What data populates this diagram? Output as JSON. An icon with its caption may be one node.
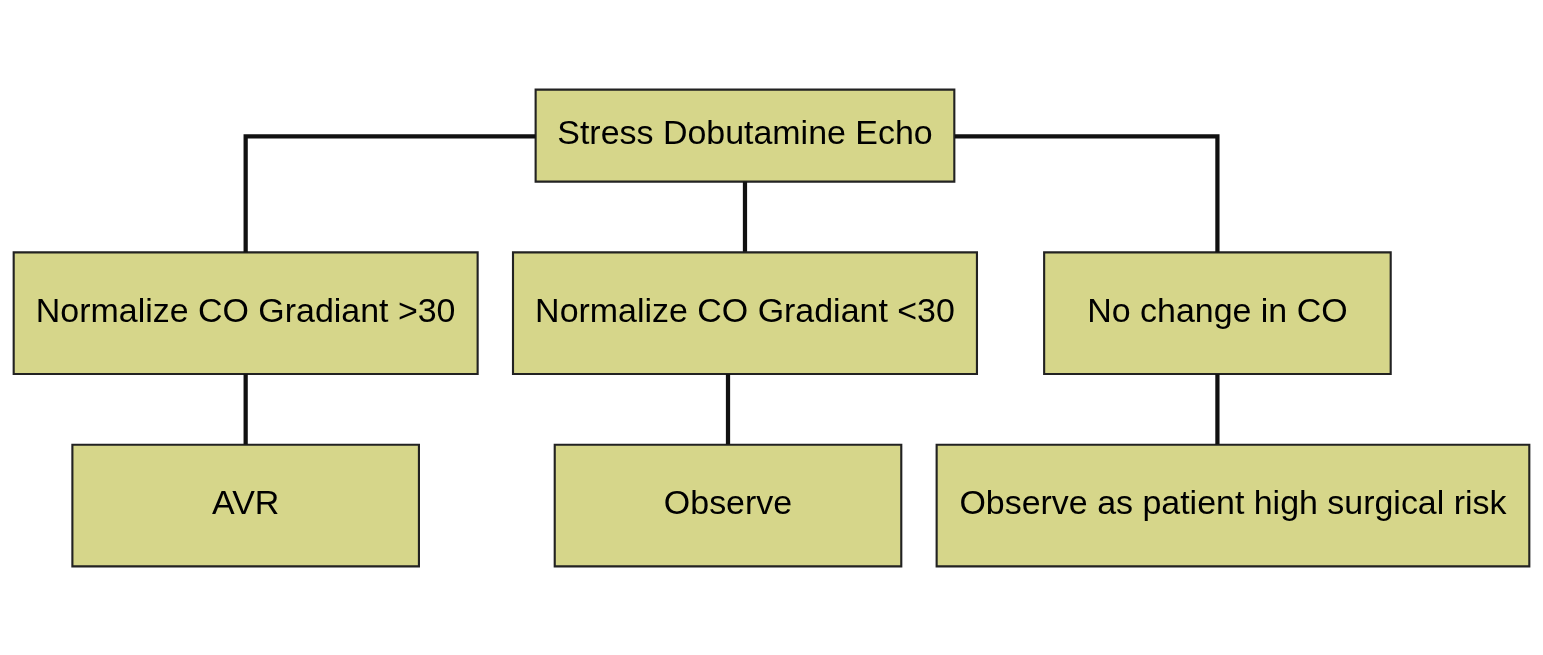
{
  "diagram": {
    "nodes": [
      {
        "text": [
          "Stress Dobutamine Echo"
        ]
      },
      {
        "text": [
          "Normalize CO Gradiant >30"
        ]
      },
      {
        "text": [
          "Normalize CO Gradiant <30"
        ]
      },
      {
        "text": [
          "No change in CO"
        ]
      },
      {
        "text": [
          "AVR"
        ]
      },
      {
        "text": [
          "Observe"
        ]
      },
      {
        "text": [
          "Observe as patient high surgical risk"
        ]
      }
    ],
    "edges": [
      {
        "from": 0,
        "to": 1,
        "arrow": "none"
      },
      {
        "from": 0,
        "to": 2,
        "arrow": "none"
      },
      {
        "from": 0,
        "to": 3,
        "arrow": "none"
      },
      {
        "from": 1,
        "to": 4,
        "arrow": "none"
      },
      {
        "from": 2,
        "to": 5,
        "arrow": "none"
      },
      {
        "from": 3,
        "to": 6,
        "arrow": "none"
      }
    ]
  }
}
